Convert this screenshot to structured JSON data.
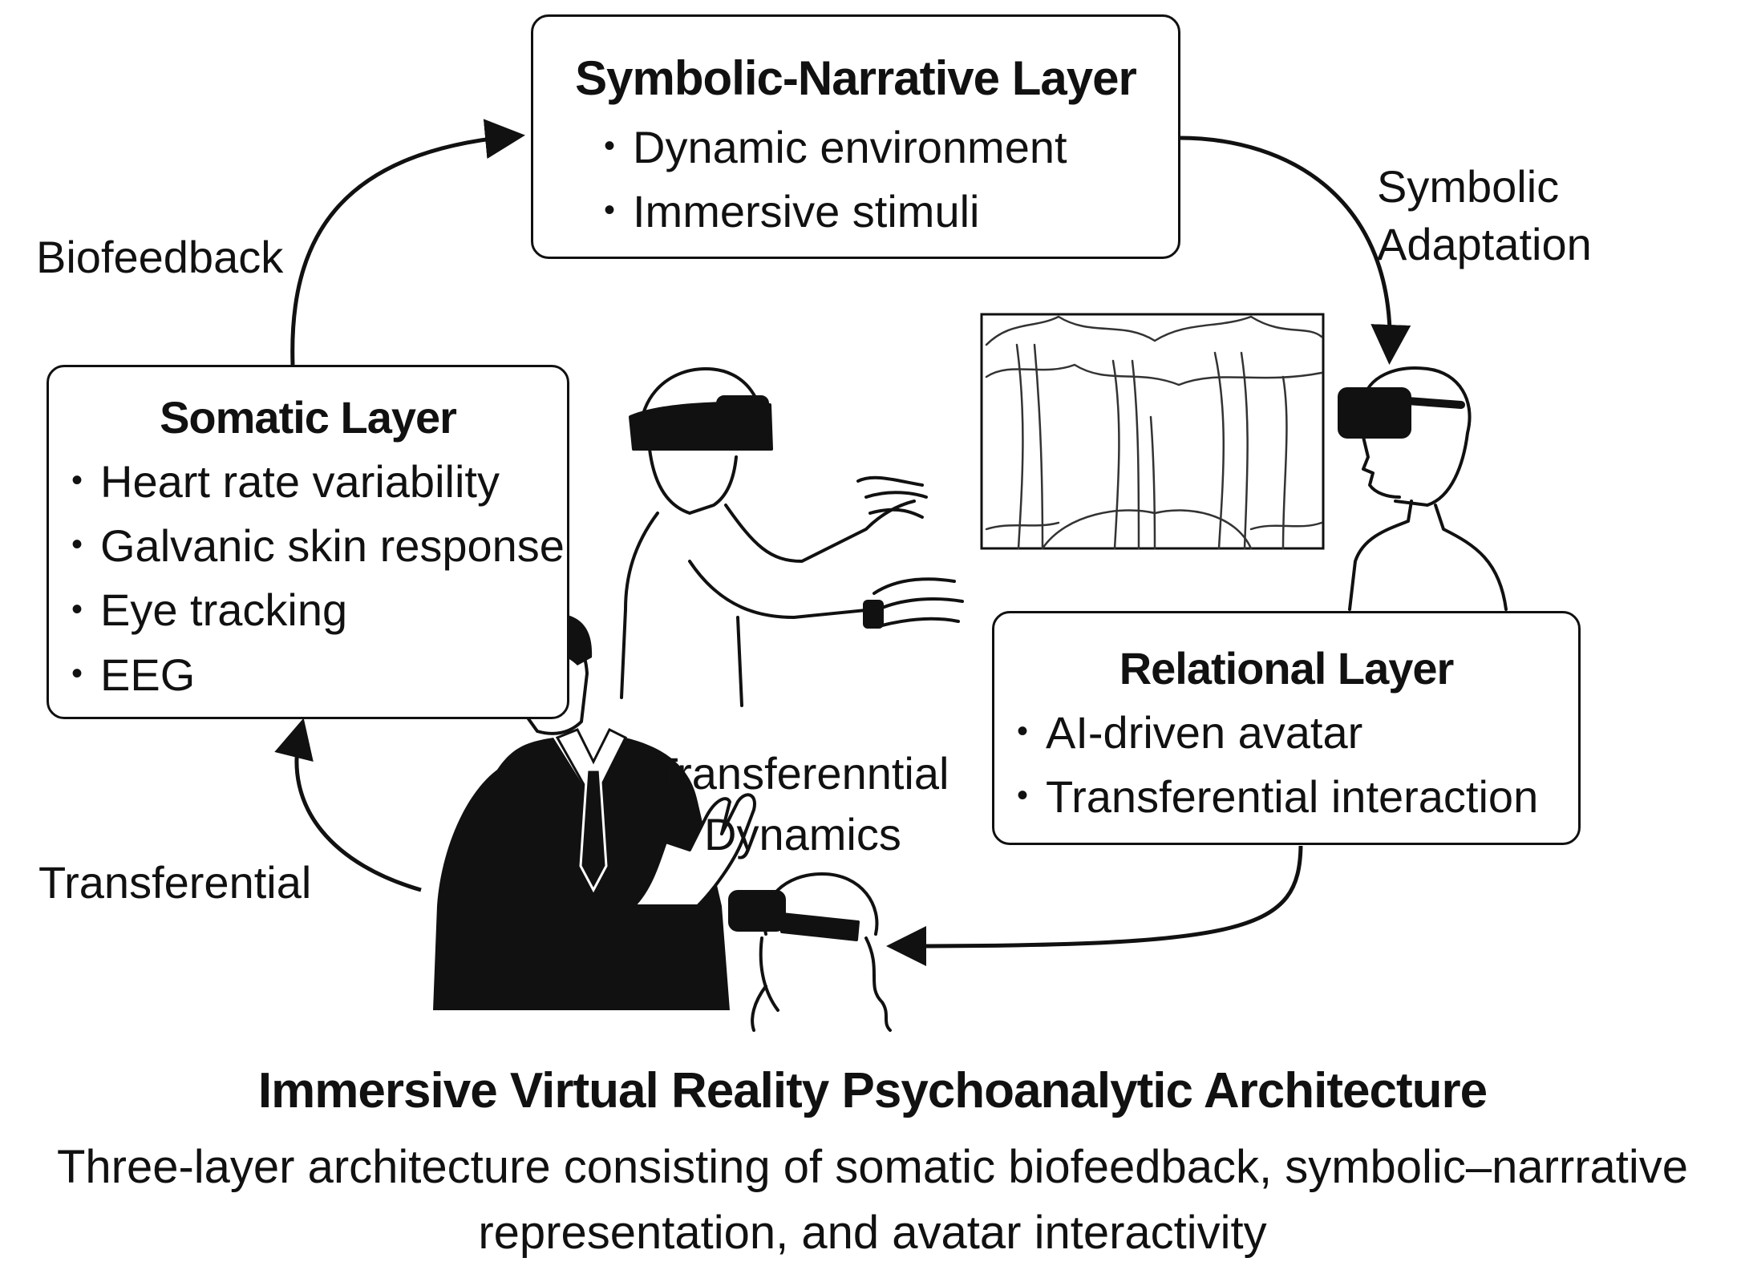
{
  "boxes": {
    "symbolic": {
      "title": "Symbolic-Narrative Layer",
      "items": [
        "Dynamic environment",
        "Immersive stimuli"
      ]
    },
    "somatic": {
      "title": "Somatic Layer",
      "items": [
        "Heart rate variability",
        "Galvanic skin response",
        "Eye tracking",
        "EEG"
      ]
    },
    "relational": {
      "title": "Relational Layer",
      "items": [
        "AI-driven avatar",
        "Transferential interaction"
      ]
    }
  },
  "labels": {
    "biofeedback": "Biofeedback",
    "symbolic_line1": "Symbolic",
    "symbolic_line2": "Adaptation",
    "transferential": "Transferential",
    "dynamics_line1": "Transferenntial",
    "dynamics_line2": "Dynamics"
  },
  "footer": {
    "title": "Immersive Virtual Reality Psychoanalytic Architecture",
    "subtitle_line1": "Three-layer architecture consisting of somatic biofeedback, symbolic–narrrative",
    "subtitle_line2": "representation, and avatar interactivity"
  },
  "icons": [
    "vr-user-reaching-illustration",
    "forest-scene-illustration",
    "vr-user-profile-illustration",
    "therapist-illustration",
    "vr-patient-illustration"
  ]
}
